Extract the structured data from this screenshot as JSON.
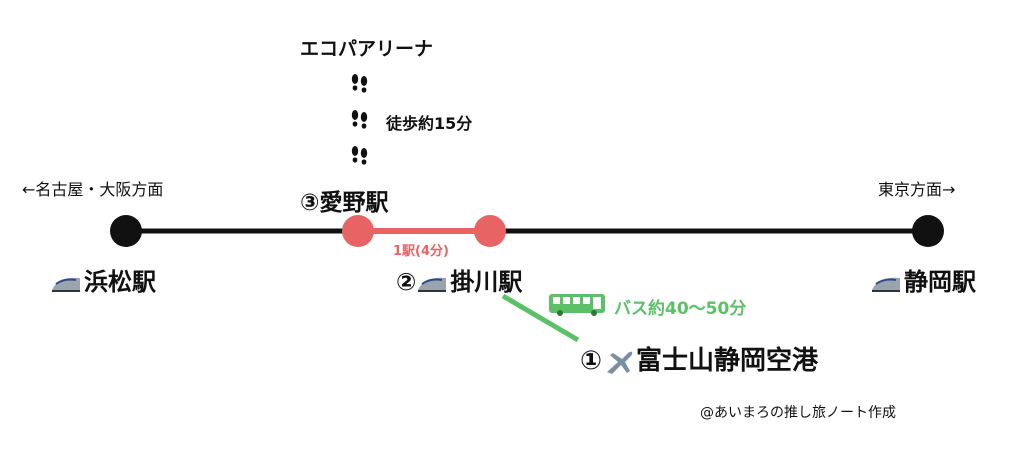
{
  "colors": {
    "line": "#111111",
    "highlight": "#e86464",
    "bus": "#5cc066",
    "text": "#111111"
  },
  "top": {
    "destination": "エコパアリーナ",
    "walk_label": "徒歩約15分",
    "footsteps_icon": "footprints-icon"
  },
  "directions": {
    "west": "←名古屋・大阪方面",
    "east": "東京方面→"
  },
  "stations": {
    "hamamatsu": "浜松駅",
    "aino": "③愛野駅",
    "kakegawa": "②",
    "kakegawa_name": "掛川駅",
    "shizuoka": "静岡駅"
  },
  "segment_label": "1駅(4分)",
  "bus": {
    "label": "バス約40〜50分",
    "icon": "bus-icon"
  },
  "airport": {
    "number": "①",
    "icon": "airplane-icon",
    "name": "富士山静岡空港"
  },
  "credit": "@あいまろの推し旅ノート作成"
}
